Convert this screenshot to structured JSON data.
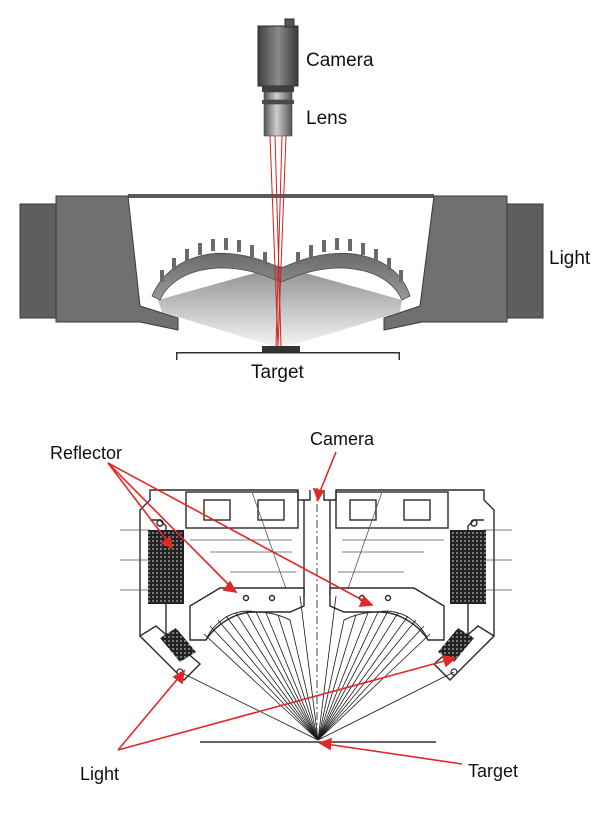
{
  "top_diagram": {
    "labels": {
      "camera": "Camera",
      "lens": "Lens",
      "light": "Light",
      "target": "Target"
    }
  },
  "bottom_diagram": {
    "labels": {
      "reflector": "Reflector",
      "camera": "Camera",
      "light": "Light",
      "target": "Target"
    }
  },
  "colors": {
    "housing": "#6f6f6f",
    "housing_dark": "#505050",
    "beam": "#d42020",
    "leader": "#e02828",
    "line_art": "#2a2a2a"
  }
}
